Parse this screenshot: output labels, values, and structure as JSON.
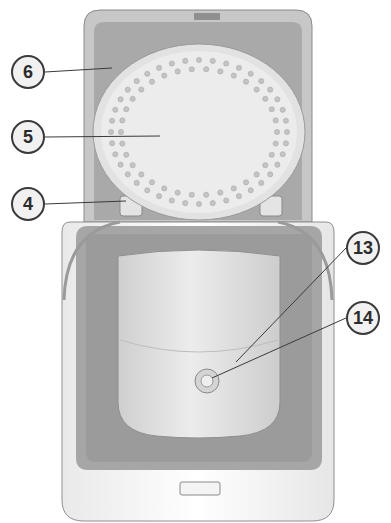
{
  "diagram": {
    "labels": [
      "6",
      "5",
      "4",
      "13",
      "14"
    ]
  }
}
